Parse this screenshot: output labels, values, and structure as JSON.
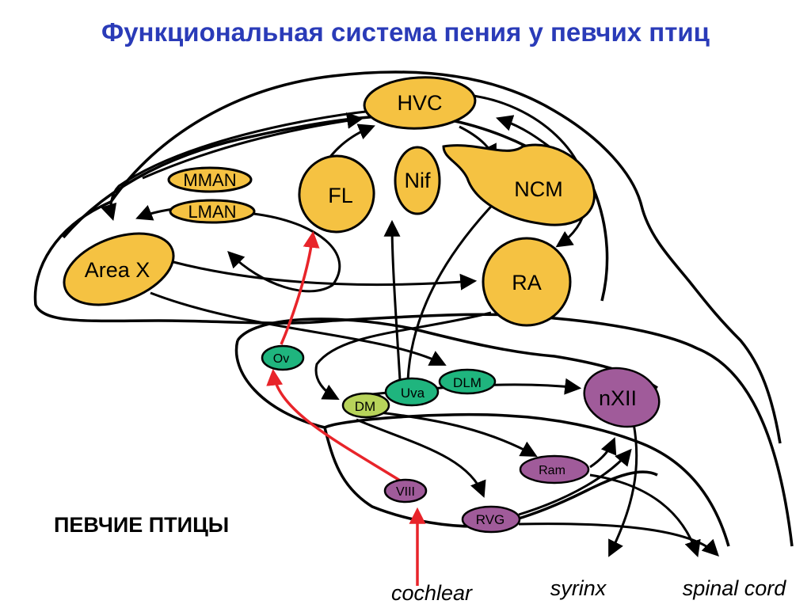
{
  "title": "Функциональная система пения у певчих птиц",
  "caption": "ПЕВЧИЕ ПТИЦЫ",
  "colors": {
    "title": "#2a3bb8",
    "forebrain_nucleus": "#f5c242",
    "thalamic_nucleus": "#1fb57e",
    "dm_nucleus": "#b7d35a",
    "brainstem_nucleus": "#a05b9a",
    "auditory_path": "#e8242a",
    "outline": "#000000"
  },
  "nuclei": {
    "hvc": "HVC",
    "nif": "Nif",
    "ncm": "NCM",
    "fl": "FL",
    "mman": "MMAN",
    "lman": "LMAN",
    "area_x": "Area X",
    "ra": "RA",
    "ov": "Ov",
    "dm": "DM",
    "uva": "Uva",
    "dlm": "DLM",
    "nxii": "nXII",
    "ram": "Ram",
    "viii": "VIII",
    "rvg": "RVG"
  },
  "outputs": {
    "cochlear": "cochlear",
    "syrinx": "syrinx",
    "spinal_cord": "spinal cord"
  }
}
